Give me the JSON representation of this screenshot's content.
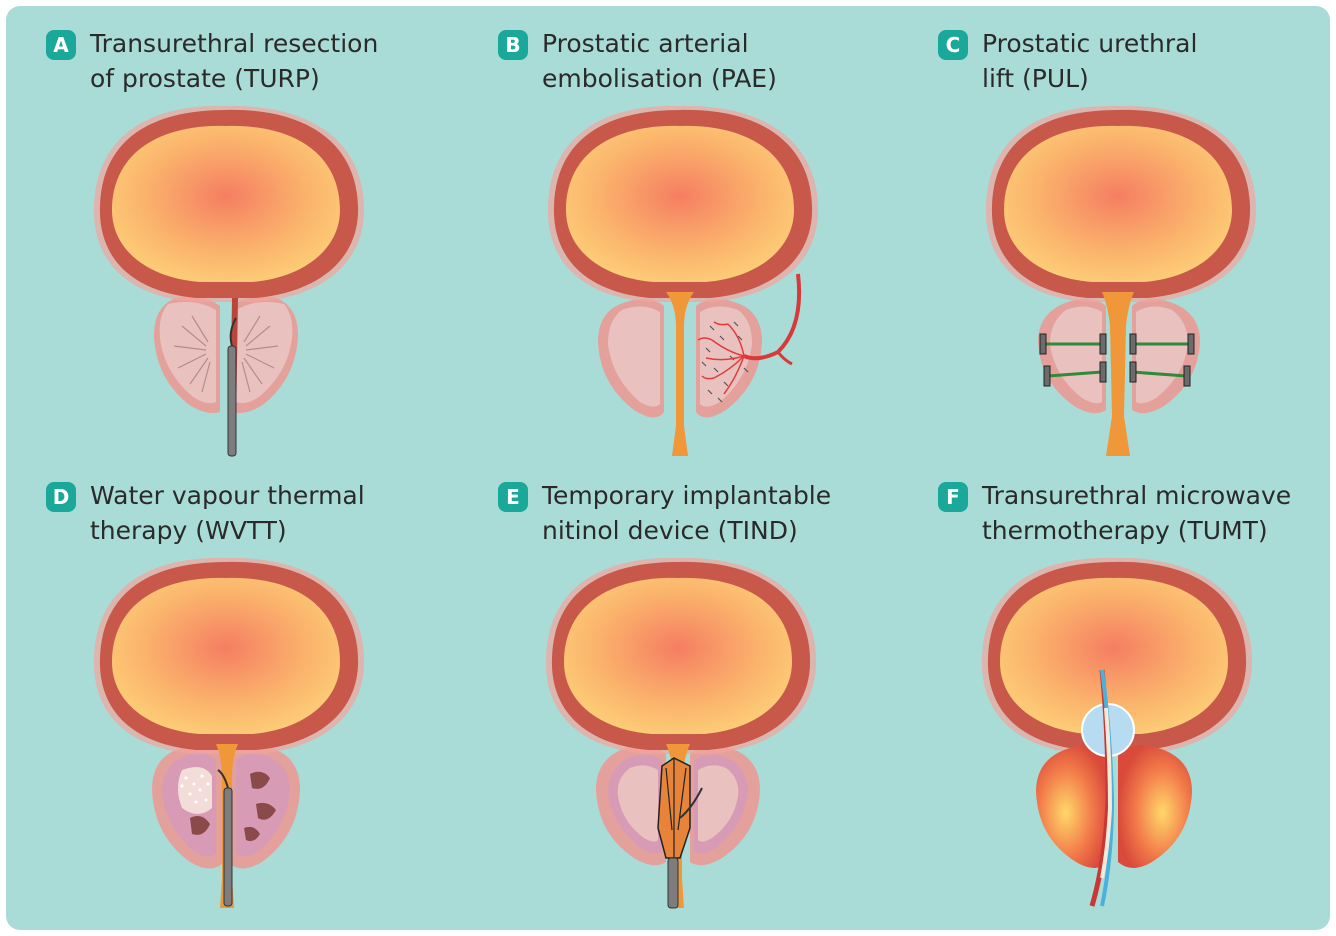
{
  "colors": {
    "background": "#a9dcd7",
    "badge": "#1aa89a",
    "bladder_wall": "#c7584a",
    "bladder_inner": "#fbbe6a",
    "prostate": "#e9b7b3",
    "urethra": "#f0973a"
  },
  "panels": [
    {
      "letter": "A",
      "title_line1": "Transurethral resection",
      "title_line2": "of prostate (TURP)",
      "illustration": "turp-resectoscope-icon"
    },
    {
      "letter": "B",
      "title_line1": "Prostatic arterial",
      "title_line2": "embolisation (PAE)",
      "illustration": "embolisation-catheter-icon"
    },
    {
      "letter": "C",
      "title_line1": "Prostatic urethral",
      "title_line2": "lift (PUL)",
      "illustration": "urethral-lift-implants-icon"
    },
    {
      "letter": "D",
      "title_line1": "Water vapour thermal",
      "title_line2": "therapy (WVTT)",
      "illustration": "water-vapour-needle-icon"
    },
    {
      "letter": "E",
      "title_line1": "Temporary implantable",
      "title_line2": "nitinol device (TIND)",
      "illustration": "nitinol-device-icon"
    },
    {
      "letter": "F",
      "title_line1": "Transurethral microwave",
      "title_line2": "thermotherapy (TUMT)",
      "illustration": "microwave-catheter-icon"
    }
  ]
}
